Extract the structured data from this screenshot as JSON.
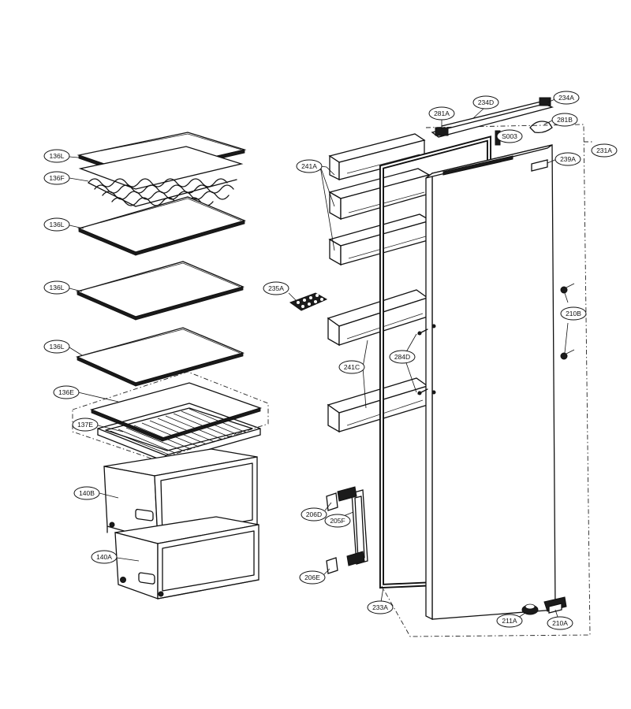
{
  "labels": {
    "l136L_a": "136L",
    "l136F": "136F",
    "l136L_b": "136L",
    "l136L_c": "136L",
    "l136L_d": "136L",
    "l136E": "136E",
    "l137E": "137E",
    "l140B": "140B",
    "l140A": "140A",
    "l235A": "235A",
    "l241A": "241A",
    "l241C": "241C",
    "l284D": "284D",
    "l281A": "281A",
    "l234D": "234D",
    "l234A": "234A",
    "l281B": "281B",
    "lS003": "S003",
    "l231A": "231A",
    "l239A": "239A",
    "l210B": "210B",
    "l206D": "206D",
    "l205F": "205F",
    "l206E": "206E",
    "l233A": "233A",
    "l211A": "211A",
    "l210A": "210A"
  }
}
